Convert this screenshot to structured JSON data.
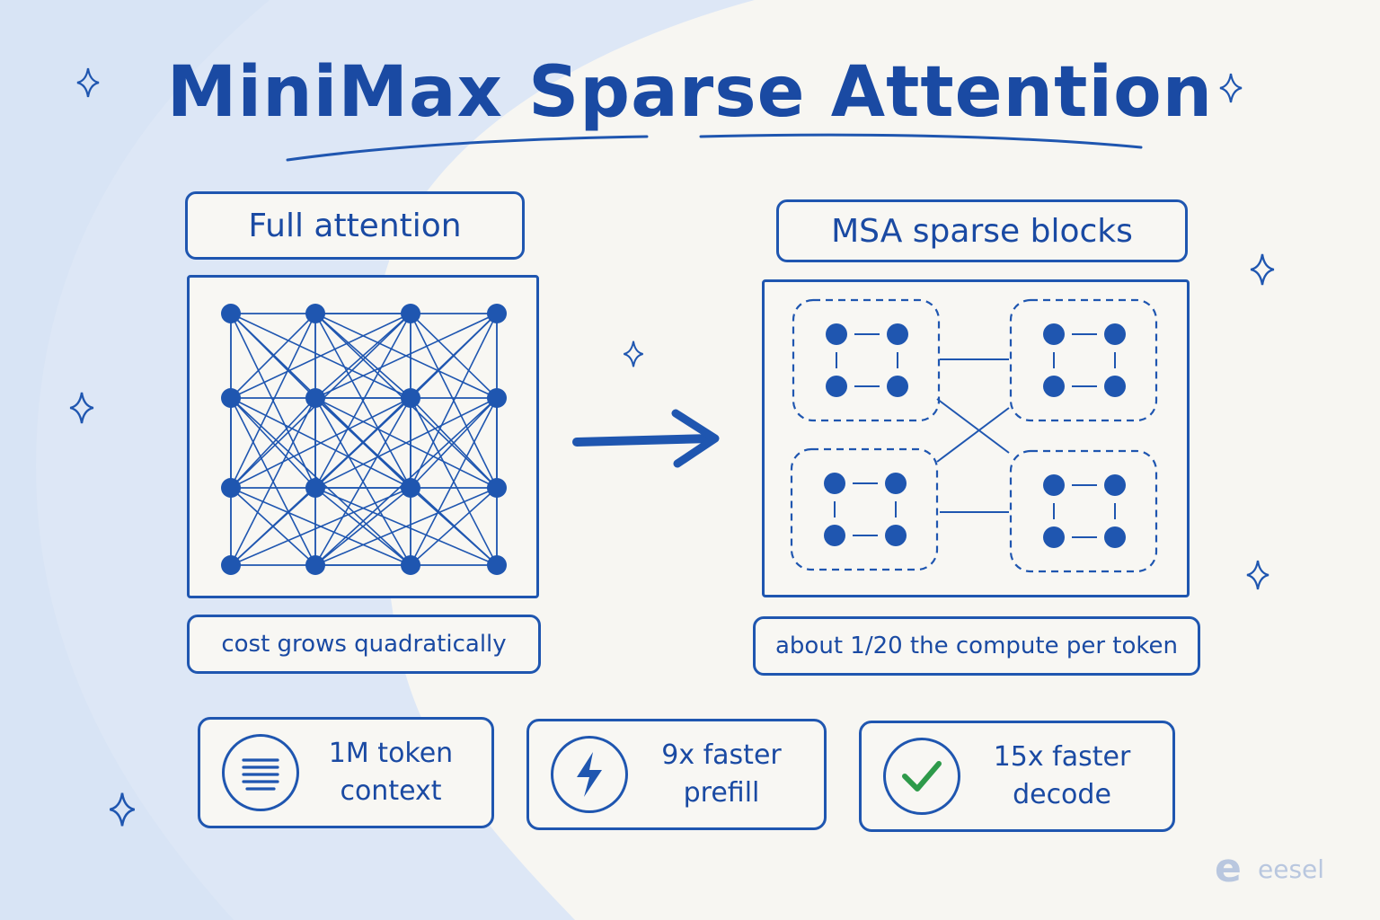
{
  "title": "MiniMax Sparse Attention",
  "left": {
    "label": "Full attention",
    "caption": "cost grows quadratically"
  },
  "right": {
    "label": "MSA sparse blocks",
    "caption": "about 1/20 the compute per token"
  },
  "features": [
    {
      "icon": "text-lines-icon",
      "line1": "1M token",
      "line2": "context"
    },
    {
      "icon": "lightning-icon",
      "line1": "9x faster",
      "line2": "prefill"
    },
    {
      "icon": "checkmark-icon",
      "line1": "15x faster",
      "line2": "decode"
    }
  ],
  "brand": {
    "name": "eesel",
    "mark": "e"
  },
  "colors": {
    "ink": "#1f56b0",
    "background": "#f7f6f2",
    "blob": "#dbe6f6",
    "check": "#2e9a4a"
  }
}
